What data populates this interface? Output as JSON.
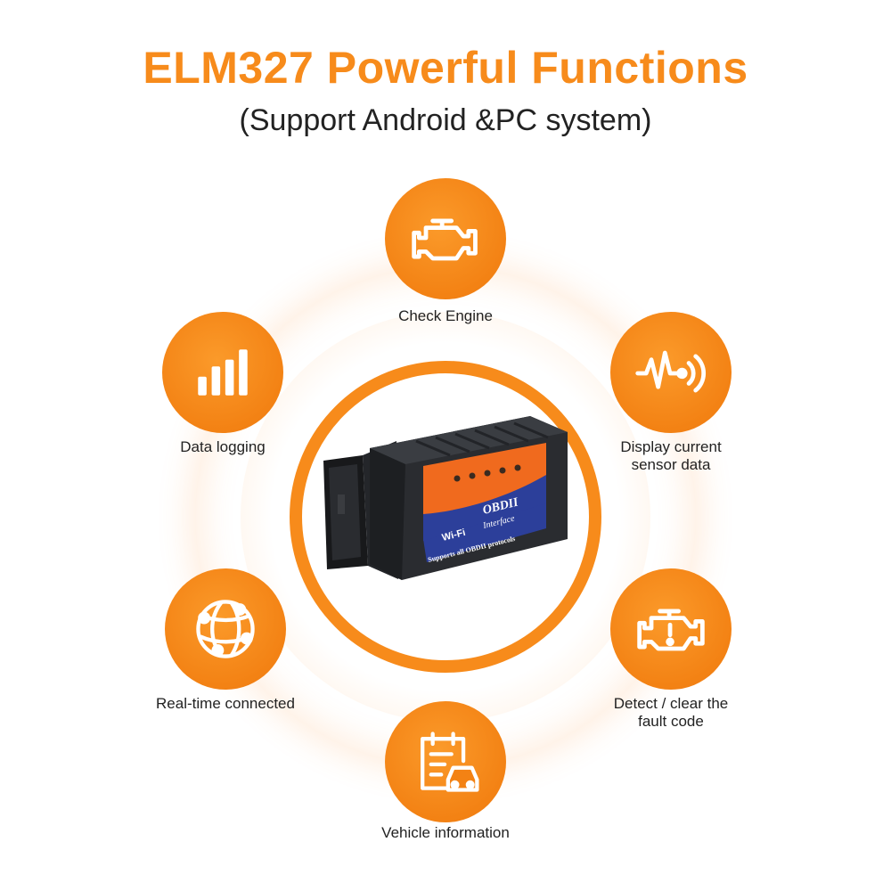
{
  "header": {
    "title": "ELM327 Powerful Functions",
    "subtitle": "(Support Android &PC system)"
  },
  "colors": {
    "accent": "#f78b1b",
    "device_body": "#1f2124",
    "device_orange": "#f06a1e",
    "device_blue": "#2c3f9a"
  },
  "features": [
    {
      "icon": "engine-icon",
      "label": "Check Engine"
    },
    {
      "icon": "bar-chart-icon",
      "label": "Data logging"
    },
    {
      "icon": "sensor-wave-icon",
      "label_line1": "Display current",
      "label_line2": "sensor data"
    },
    {
      "icon": "globe-network-icon",
      "label": "Real-time connected"
    },
    {
      "icon": "engine-warning-icon",
      "label_line1": "Detect / clear the",
      "label_line2": "fault code"
    },
    {
      "icon": "vehicle-clipboard-icon",
      "label": "Vehicle information"
    }
  ],
  "device": {
    "brand": "OBDII",
    "interface": "Interface",
    "wifi": "Wi-Fi",
    "protocols": "Supports all OBDII protocols"
  }
}
